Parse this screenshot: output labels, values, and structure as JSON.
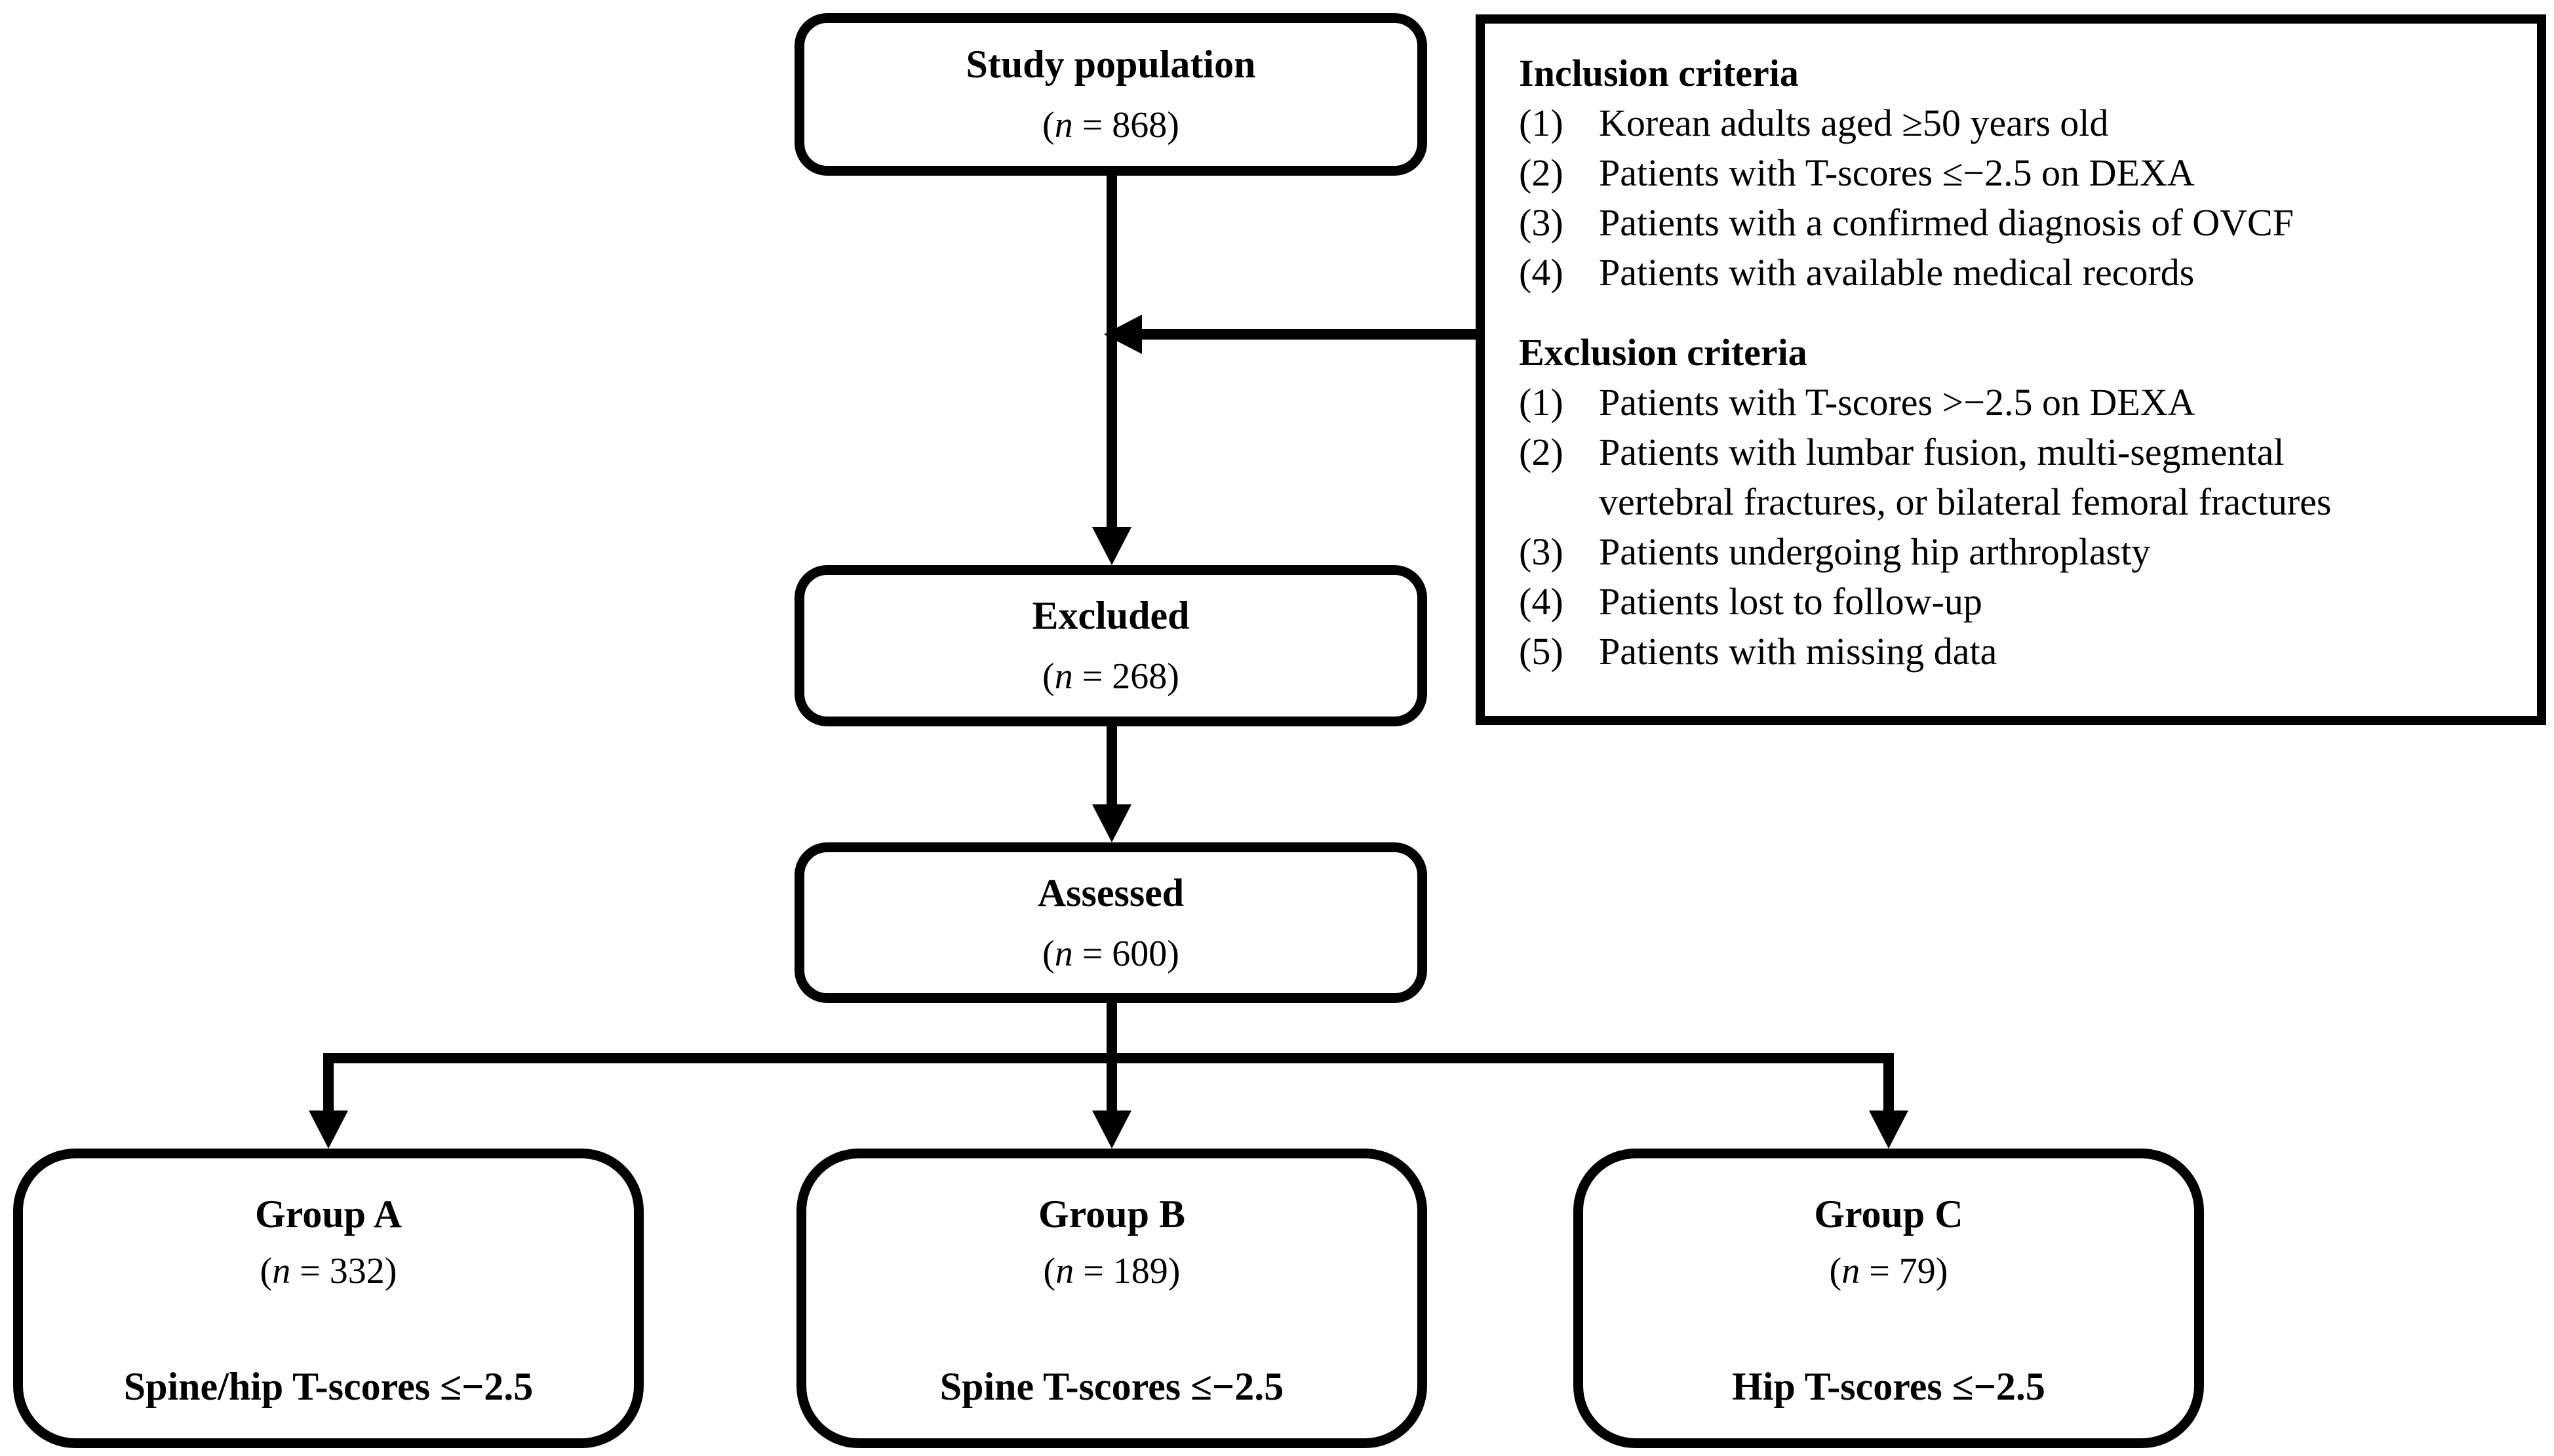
{
  "canvas": {
    "background": "#ffffff",
    "line_color": "#000000",
    "text_color": "#000000"
  },
  "flow": {
    "study": {
      "title": "Study population",
      "n_prefix": "(",
      "n_var": "n",
      "n_suffix": " = 868)"
    },
    "excluded": {
      "title": "Excluded",
      "n_prefix": "(",
      "n_var": "n",
      "n_suffix": " = 268)"
    },
    "assessed": {
      "title": "Assessed",
      "n_prefix": "(",
      "n_var": "n",
      "n_suffix": " = 600)"
    },
    "groups": [
      {
        "title": "Group A",
        "n_prefix": "(",
        "n_var": "n",
        "n_suffix": " = 332)",
        "criterion": "Spine/hip T-scores ≤−2.5"
      },
      {
        "title": "Group B",
        "n_prefix": "(",
        "n_var": "n",
        "n_suffix": " = 189)",
        "criterion": "Spine T-scores ≤−2.5"
      },
      {
        "title": "Group C",
        "n_prefix": "(",
        "n_var": "n",
        "n_suffix": " = 79)",
        "criterion": "Hip T-scores ≤−2.5"
      }
    ]
  },
  "criteria_panel": {
    "inclusion": {
      "heading": "Inclusion criteria",
      "items": [
        {
          "num": "(1)",
          "text": "Korean adults aged ≥50 years old"
        },
        {
          "num": "(2)",
          "text": "Patients with T-scores ≤−2.5 on DEXA"
        },
        {
          "num": "(3)",
          "text": "Patients with a confirmed diagnosis of OVCF"
        },
        {
          "num": "(4)",
          "text": "Patients with available medical records"
        }
      ]
    },
    "exclusion": {
      "heading": "Exclusion criteria",
      "items": [
        {
          "num": "(1)",
          "text": "Patients with T-scores >−2.5 on DEXA"
        },
        {
          "num": "(2)",
          "text": "Patients with lumbar fusion, multi-segmental\nvertebral fractures, or bilateral femoral fractures"
        },
        {
          "num": "(3)",
          "text": "Patients undergoing hip arthroplasty"
        },
        {
          "num": "(4)",
          "text": "Patients lost to follow-up"
        },
        {
          "num": "(5)",
          "text": "Patients with missing data"
        }
      ]
    }
  }
}
